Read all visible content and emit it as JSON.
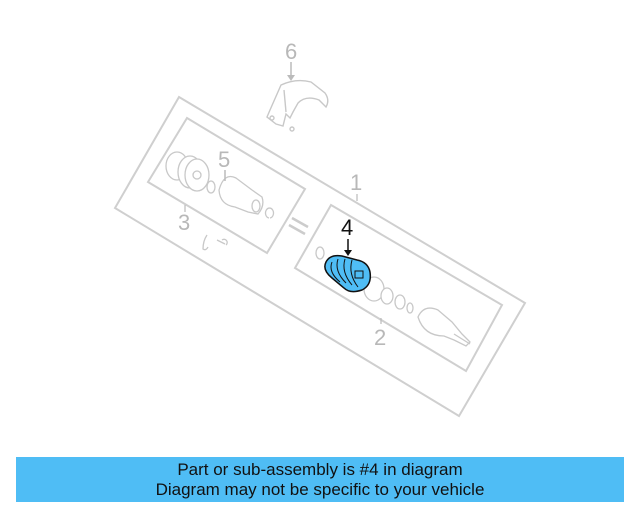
{
  "diagram": {
    "callouts": [
      {
        "id": "1",
        "label": "1",
        "highlighted": false
      },
      {
        "id": "2",
        "label": "2",
        "highlighted": false
      },
      {
        "id": "3",
        "label": "3",
        "highlighted": false
      },
      {
        "id": "4",
        "label": "4",
        "highlighted": true
      },
      {
        "id": "5",
        "label": "5",
        "highlighted": false
      },
      {
        "id": "6",
        "label": "6",
        "highlighted": false
      }
    ],
    "equals_sign": "=",
    "colors": {
      "line_gray": "#cccccc",
      "label_gray": "#b8b8b8",
      "highlight_fill": "#4fbdf5",
      "highlight_stroke": "#111111"
    }
  },
  "banner": {
    "line1": "Part or sub-assembly is #4 in diagram",
    "line2": "Diagram may not be specific to your vehicle",
    "background": "#4fbdf5"
  }
}
